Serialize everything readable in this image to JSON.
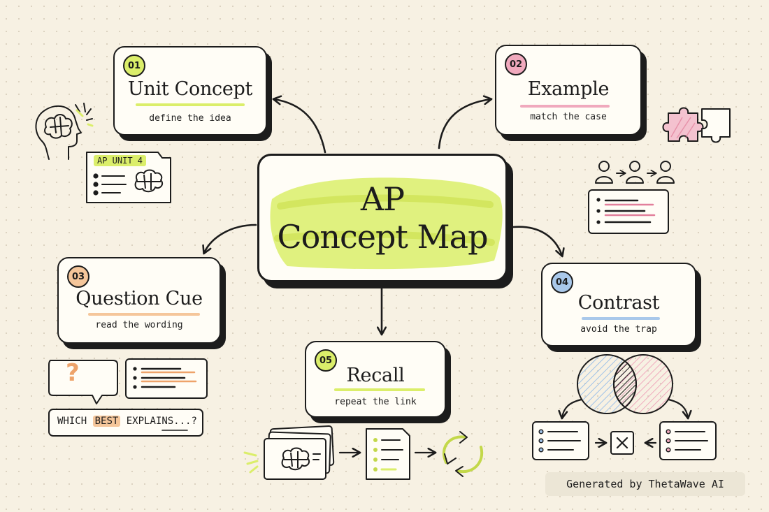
{
  "center": {
    "line1": "AP",
    "line2": "Concept Map"
  },
  "nodes": [
    {
      "num": "01",
      "title": "Unit Concept",
      "subtitle": "define the idea"
    },
    {
      "num": "02",
      "title": "Example",
      "subtitle": "match the case"
    },
    {
      "num": "03",
      "title": "Question Cue",
      "subtitle": "read the wording"
    },
    {
      "num": "04",
      "title": "Contrast",
      "subtitle": "avoid the trap"
    },
    {
      "num": "05",
      "title": "Recall",
      "subtitle": "repeat the link"
    }
  ],
  "unit_tag": "AP UNIT 4",
  "question": {
    "mark": "?",
    "prefix": "WHICH",
    "highlight": "BEST",
    "suffix": "EXPLAINS...?"
  },
  "footer": "Generated by ThetaWave AI",
  "colors": {
    "ink": "#1c1c1c",
    "lime": "#dbee6a",
    "pink": "#f0a9bd",
    "orange": "#f5c69a",
    "blue": "#a9c8ea",
    "paper": "#fffdf6",
    "background": "#f7f1e3"
  }
}
